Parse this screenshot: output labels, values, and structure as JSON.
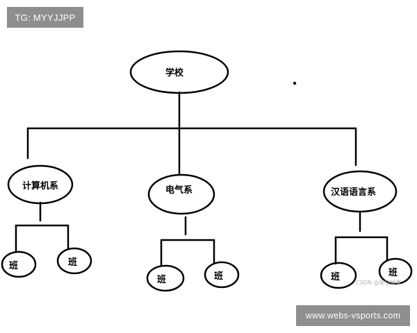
{
  "watermark": {
    "tg_label": "TG: MYYJJPP",
    "site_label": "www.webs-vsports.com",
    "csdn_label": "CSDN @星空体育"
  },
  "diagram": {
    "root": "学校",
    "departments": [
      {
        "name": "计算机系",
        "classes": [
          "班",
          "班"
        ]
      },
      {
        "name": "电气系",
        "classes": [
          "班",
          "班"
        ]
      },
      {
        "name": "汉语语言系",
        "classes": [
          "班",
          "班"
        ]
      }
    ]
  },
  "colors": {
    "ink": "#000000",
    "badge_bg": "#8e8e8e",
    "badge_text": "#ffffff"
  }
}
